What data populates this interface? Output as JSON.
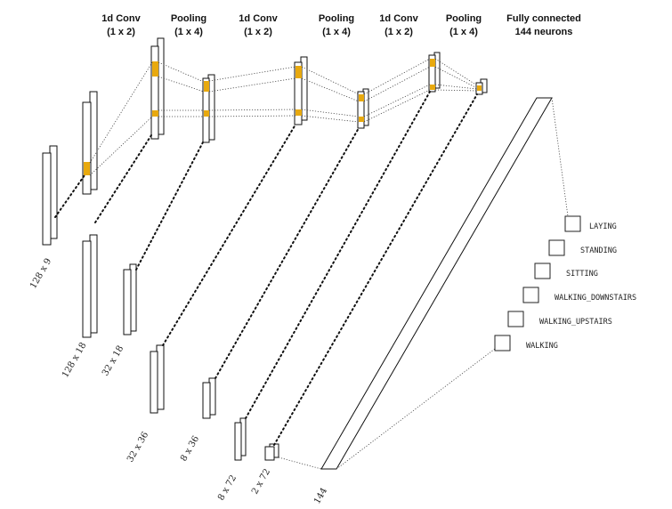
{
  "headers": [
    {
      "line1": "1d Conv",
      "line2": "(1 x 2)"
    },
    {
      "line1": "Pooling",
      "line2": "(1 x 4)"
    },
    {
      "line1": "1d Conv",
      "line2": "(1 x 2)"
    },
    {
      "line1": "Pooling",
      "line2": "(1 x 4)"
    },
    {
      "line1": "1d Conv",
      "line2": "(1 x 2)"
    },
    {
      "line1": "Pooling",
      "line2": "(1 x 4)"
    },
    {
      "line1": "Fully connected",
      "line2": "144 neurons"
    }
  ],
  "dimension_labels": [
    "128 x 9",
    "128 x 18",
    "32 x 18",
    "32 x 36",
    "8 x 36",
    "8 x 72",
    "2 x 72",
    "144"
  ],
  "classes": [
    "LAYING",
    "STANDING",
    "SITTING",
    "WALKING_DOWNSTAIRS",
    "WALKING_UPSTAIRS",
    "WALKING"
  ],
  "colors": {
    "highlight": "#E8A90E",
    "stroke": "#111111"
  }
}
